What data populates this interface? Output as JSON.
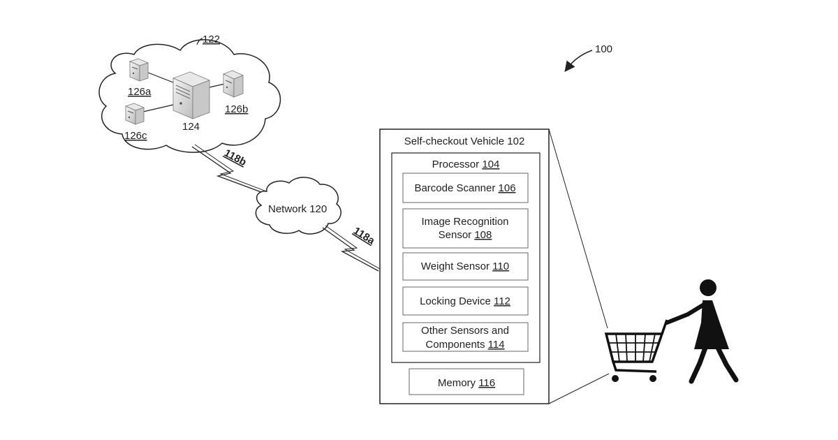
{
  "figure_ref": "100",
  "cloud": {
    "ref": "122",
    "main_server": "124",
    "server_a": "126a",
    "server_b": "126b",
    "server_c": "126c"
  },
  "links": {
    "cloud_link": "118b",
    "vehicle_link": "118a"
  },
  "network": {
    "label": "Network",
    "ref": "120"
  },
  "vehicle": {
    "title": "Self-checkout Vehicle",
    "ref": "102",
    "processor": {
      "label": "Processor",
      "ref": "104"
    },
    "components": [
      {
        "label": "Barcode Scanner",
        "ref": "106"
      },
      {
        "label_line1": "Image Recognition",
        "label_line2": "Sensor",
        "ref": "108"
      },
      {
        "label": "Weight Sensor",
        "ref": "110"
      },
      {
        "label": "Locking Device",
        "ref": "112"
      },
      {
        "label_line1": "Other Sensors and",
        "label_line2": "Components",
        "ref": "114"
      }
    ],
    "memory": {
      "label": "Memory",
      "ref": "116"
    }
  }
}
